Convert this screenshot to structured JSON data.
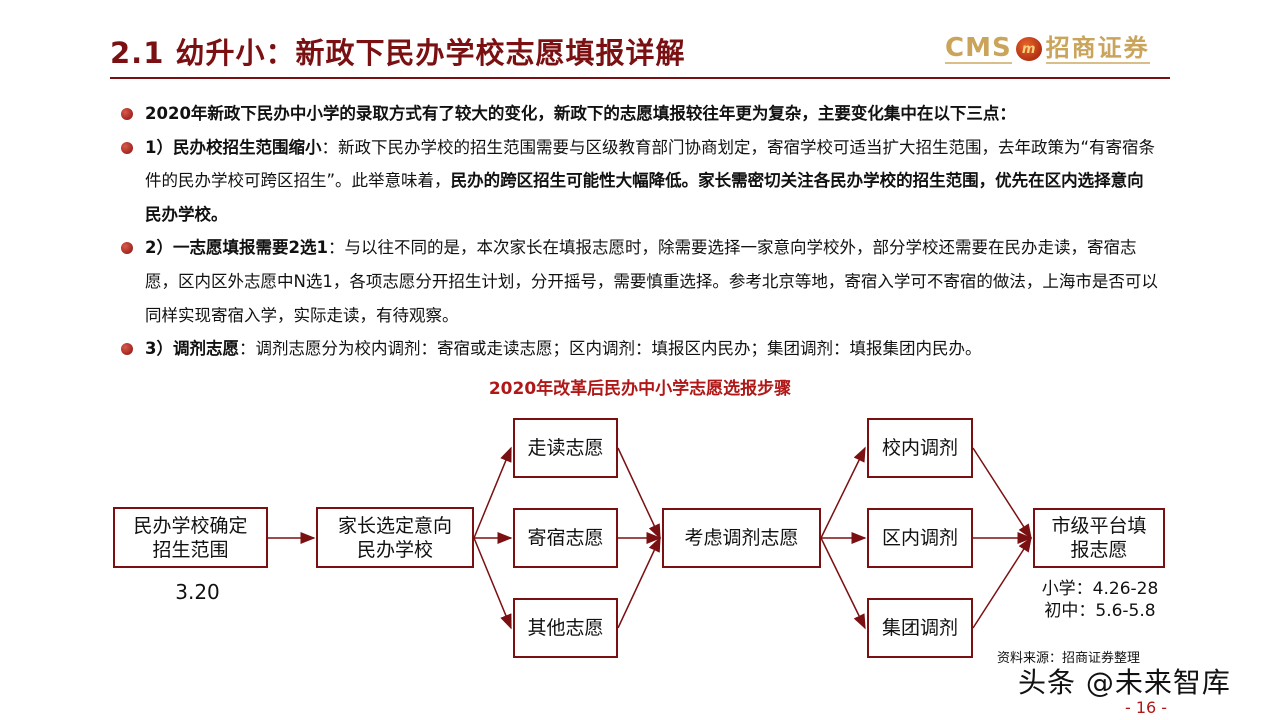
{
  "header": {
    "title": "2.1 幼升小：新政下民办学校志愿填报详解",
    "logo_text": "CMS 招商证券"
  },
  "bullets": [
    {
      "parts": [
        {
          "t": "2020年新政下民办中小学的录取方式有了较大的变化，新政下的志愿填报较往年更为复杂，主要变化集中在以下三点：",
          "b": true
        }
      ]
    },
    {
      "parts": [
        {
          "t": "1）民办校招生范围缩小",
          "b": true
        },
        {
          "t": "：新政下民办学校的招生范围需要与区级教育部门协商划定，寄宿学校可适当扩大招生范围，去年政策为“有寄宿条件的民办学校可跨区招生”。此举意味着，",
          "b": false
        },
        {
          "t": "民办的跨区招生可能性大幅降低。家长需密切关注各民办学校的招生范围，优先在区内选择意向民办学校。",
          "b": true
        }
      ]
    },
    {
      "parts": [
        {
          "t": "2）一志愿填报需要2选1",
          "b": true
        },
        {
          "t": "：与以往不同的是，本次家长在填报志愿时，除需要选择一家意向学校外，部分学校还需要在民办走读，寄宿志愿，区内区外志愿中N选1，各项志愿分开招生计划，分开摇号，需要慎重选择。参考北京等地，寄宿入学可不寄宿的做法，上海市是否可以同样实现寄宿入学，实际走读，有待观察。",
          "b": false
        }
      ]
    },
    {
      "parts": [
        {
          "t": "3）调剂志愿",
          "b": true
        },
        {
          "t": "：调剂志愿分为校内调剂：寄宿或走读志愿；区内调剂：填报区内民办；集团调剂：填报集团内民办。",
          "b": false
        }
      ]
    }
  ],
  "diagram": {
    "title": "2020年改革后民办中小学志愿选报步骤",
    "nodes": {
      "n1": "民办学校确定招生范围",
      "n2": "家长选定意向民办学校",
      "walk": "走读志愿",
      "board": "寄宿志愿",
      "other": "其他志愿",
      "adjust": "考虑调剂志愿",
      "school": "校内调剂",
      "district": "区内调剂",
      "group": "集团调剂",
      "city": "市级平台填报志愿"
    },
    "date_start": "3.20",
    "date_primary": "小学：4.26-28",
    "date_middle": "初中：5.6-5.8",
    "border_color": "#7a1012"
  },
  "footer": {
    "source": "资料来源：招商证券整理",
    "watermark": "头条 @未来智库",
    "page": "- 16 -"
  }
}
